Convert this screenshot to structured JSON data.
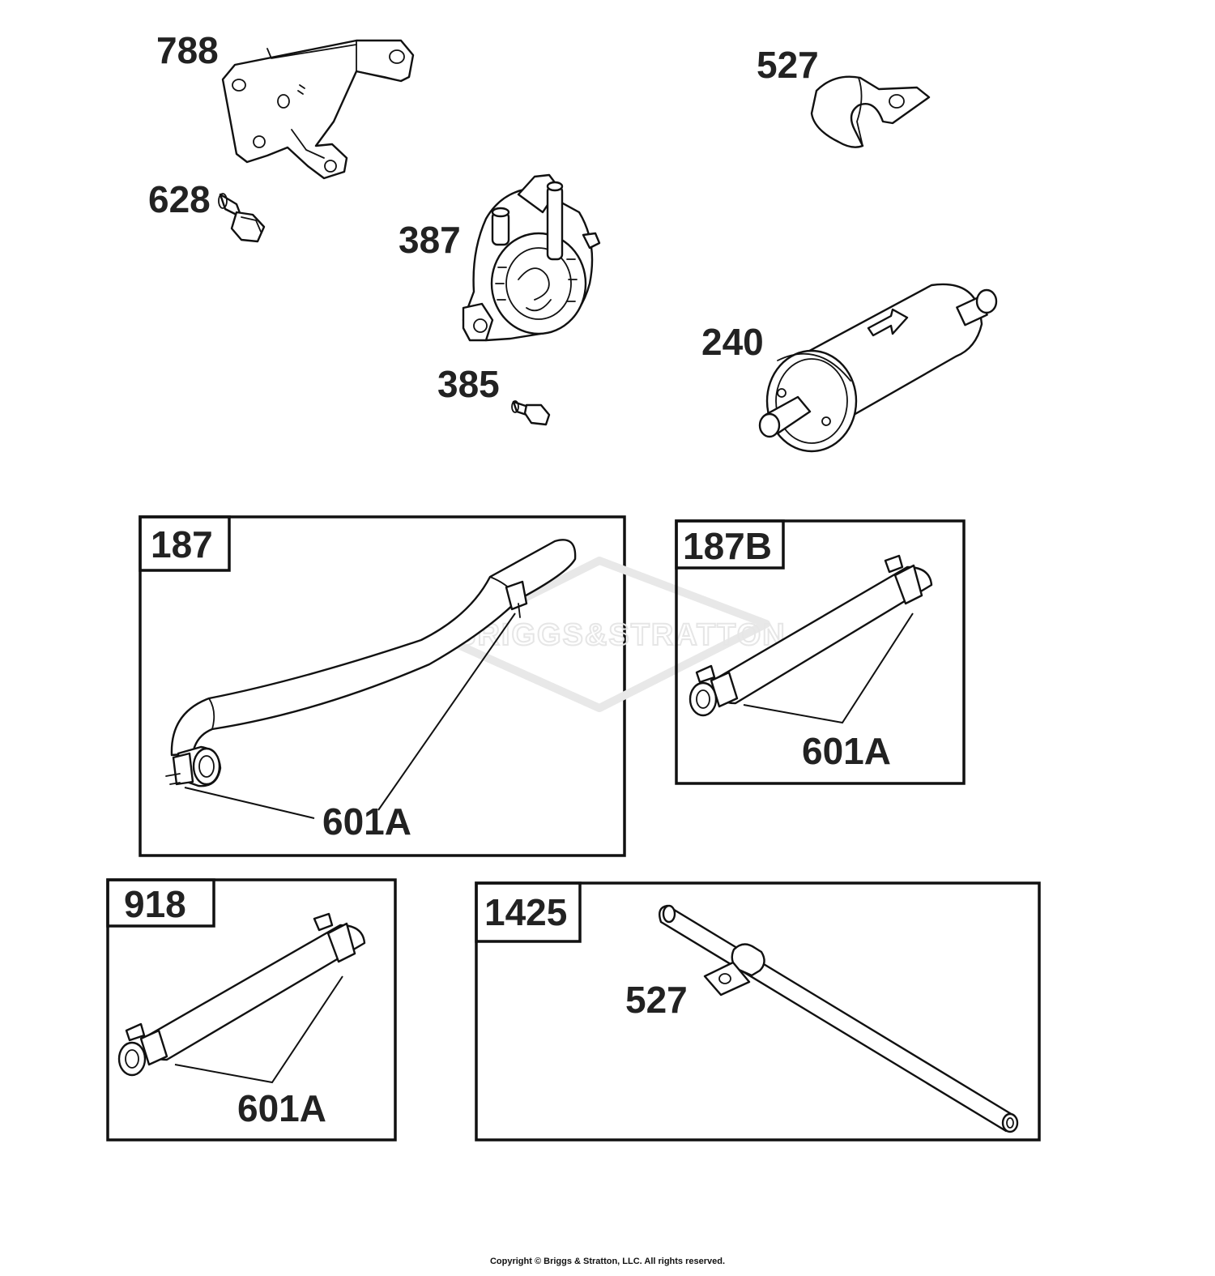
{
  "callouts": {
    "bracket": "788",
    "bolt_628": "628",
    "fuel_pump": "387",
    "screw_385": "385",
    "clip_527": "527",
    "fuel_filter": "240"
  },
  "boxes": {
    "b187": {
      "title": "187",
      "clamp_label": "601A"
    },
    "b187b": {
      "title": "187B",
      "clamp_label": "601A"
    },
    "b918": {
      "title": "918",
      "clamp_label": "601A"
    },
    "b1425": {
      "title": "1425",
      "clip_label": "527"
    }
  },
  "watermark": "BRIGGS&STRATTON",
  "copyright": "Copyright © Briggs & Stratton, LLC. All rights reserved."
}
